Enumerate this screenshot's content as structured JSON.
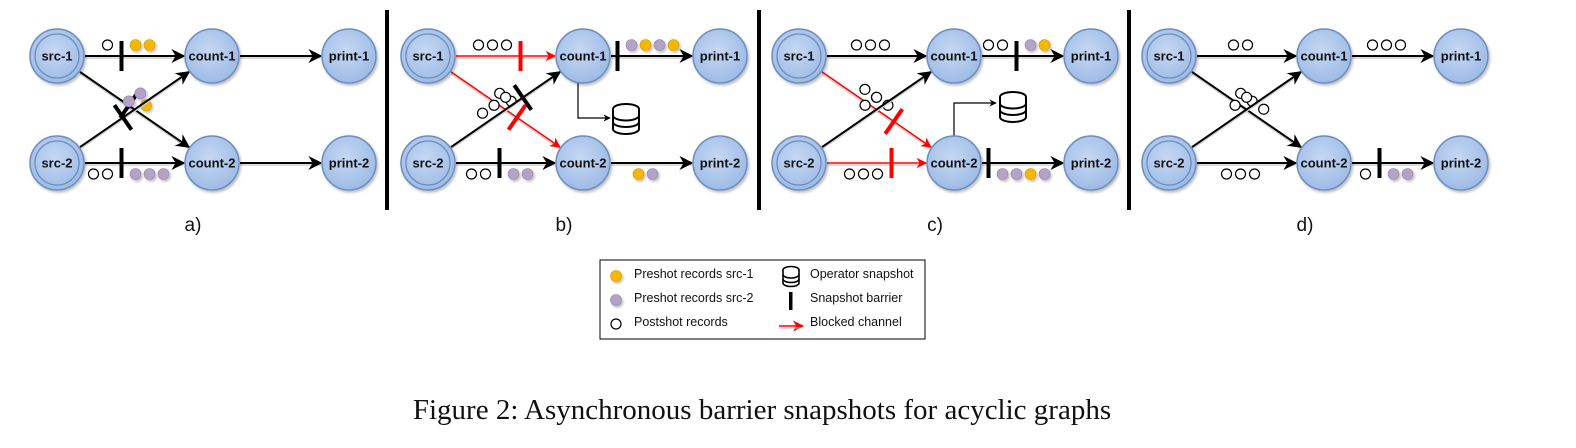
{
  "figure": {
    "caption": "Figure 2: Asynchronous barrier snapshots for acyclic graphs",
    "colors": {
      "node_fill": "#a9c4eb",
      "node_stroke": "#6c8ebf",
      "preshot_src1": "#f5b800",
      "preshot_src2": "#b5a3c7",
      "postshot": "#ffffff",
      "edge": "#000000",
      "blocked": "#ff0000"
    },
    "nodes": {
      "src1": "src-1",
      "src2": "src-2",
      "count1": "count-1",
      "count2": "count-2",
      "print1": "print-1",
      "print2": "print-2"
    },
    "panels": [
      {
        "label": "a)",
        "blocked_channels": [],
        "snapshot_taken_by": [],
        "channels": {
          "src1_count1": [
            "post",
            "barrier",
            "pre1",
            "pre1"
          ],
          "src1_count2": [
            "barrier",
            "pre1"
          ],
          "src2_count1": [
            "barrier",
            "pre2",
            "pre2"
          ],
          "src2_count2": [
            "post",
            "post",
            "barrier",
            "pre2",
            "pre2",
            "pre2"
          ],
          "count1_print1": [],
          "count2_print2": []
        }
      },
      {
        "label": "b)",
        "blocked_channels": [
          "src1_count1",
          "src1_count2"
        ],
        "snapshot_taken_by": [
          "count-1"
        ],
        "channels": {
          "src1_count1": [
            "post",
            "post",
            "post",
            "barrier"
          ],
          "src1_count2": [
            "post",
            "post",
            "barrier"
          ],
          "src2_count1": [
            "post",
            "post",
            "post",
            "barrier"
          ],
          "src2_count2": [
            "post",
            "post",
            "barrier",
            "pre2",
            "pre2"
          ],
          "count1_print1": [
            "barrier",
            "pre2",
            "pre1",
            "pre2",
            "pre1"
          ],
          "count2_print2": [
            "pre1",
            "pre2"
          ]
        }
      },
      {
        "label": "c)",
        "blocked_channels": [
          "src1_count2",
          "src2_count2"
        ],
        "snapshot_taken_by": [
          "count-2"
        ],
        "channels": {
          "src1_count1": [
            "post",
            "post",
            "post"
          ],
          "src1_count2": [
            "post",
            "post",
            "post",
            "barrier"
          ],
          "src2_count1": [
            "post",
            "post"
          ],
          "src2_count2": [
            "post",
            "post",
            "post",
            "barrier"
          ],
          "count1_print1": [
            "post",
            "post",
            "barrier",
            "pre2",
            "pre1"
          ],
          "count2_print2": [
            "barrier",
            "pre2",
            "pre2",
            "pre1",
            "pre2"
          ]
        }
      },
      {
        "label": "d)",
        "blocked_channels": [],
        "snapshot_taken_by": [],
        "channels": {
          "src1_count1": [
            "post",
            "post"
          ],
          "src1_count2": [
            "post",
            "post",
            "post"
          ],
          "src2_count1": [
            "post",
            "post"
          ],
          "src2_count2": [
            "post",
            "post",
            "post"
          ],
          "count1_print1": [
            "post",
            "post",
            "post"
          ],
          "count2_print2": [
            "post",
            "barrier",
            "pre2",
            "pre2"
          ]
        }
      }
    ],
    "legend": {
      "items": [
        {
          "symbol": "preshot-src1",
          "label": "Preshot records src-1"
        },
        {
          "symbol": "preshot-src2",
          "label": "Preshot records src-2"
        },
        {
          "symbol": "postshot",
          "label": "Postshot records"
        },
        {
          "symbol": "database",
          "label": "Operator snapshot"
        },
        {
          "symbol": "barrier",
          "label": "Snapshot barrier"
        },
        {
          "symbol": "red-arrow",
          "label": "Blocked channel"
        }
      ]
    }
  }
}
